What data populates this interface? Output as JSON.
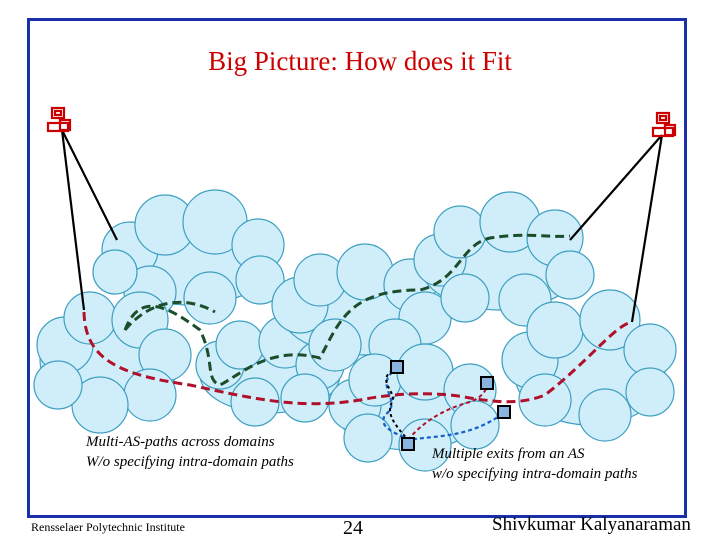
{
  "slide": {
    "title": "Big Picture: How does it Fit",
    "caption_left": {
      "line1": "Multi-AS-paths across domains",
      "line2": "W/o specifying intra-domain paths"
    },
    "caption_right": {
      "line1": "Multiple exits from an AS",
      "line2": "w/o specifying intra-domain paths"
    },
    "footer": {
      "institution": "Rensselaer Polytechnic Institute",
      "page_number": "24",
      "author": "Shivkumar Kalyanaraman"
    }
  },
  "colors": {
    "frame": "#1a2fa8",
    "title": "#cc0000",
    "cloud_fill": "#cfeefa",
    "cloud_stroke": "#3e9fc0",
    "path_green": "#1b4d2a",
    "path_red": "#b0102a",
    "path_blue": "#1560c8",
    "host_icon": "#cc0000",
    "router_fill": "#8ab4e0",
    "router_stroke": "#000000"
  },
  "icons": {
    "host": "computer-icon",
    "router": "router-square-icon"
  }
}
